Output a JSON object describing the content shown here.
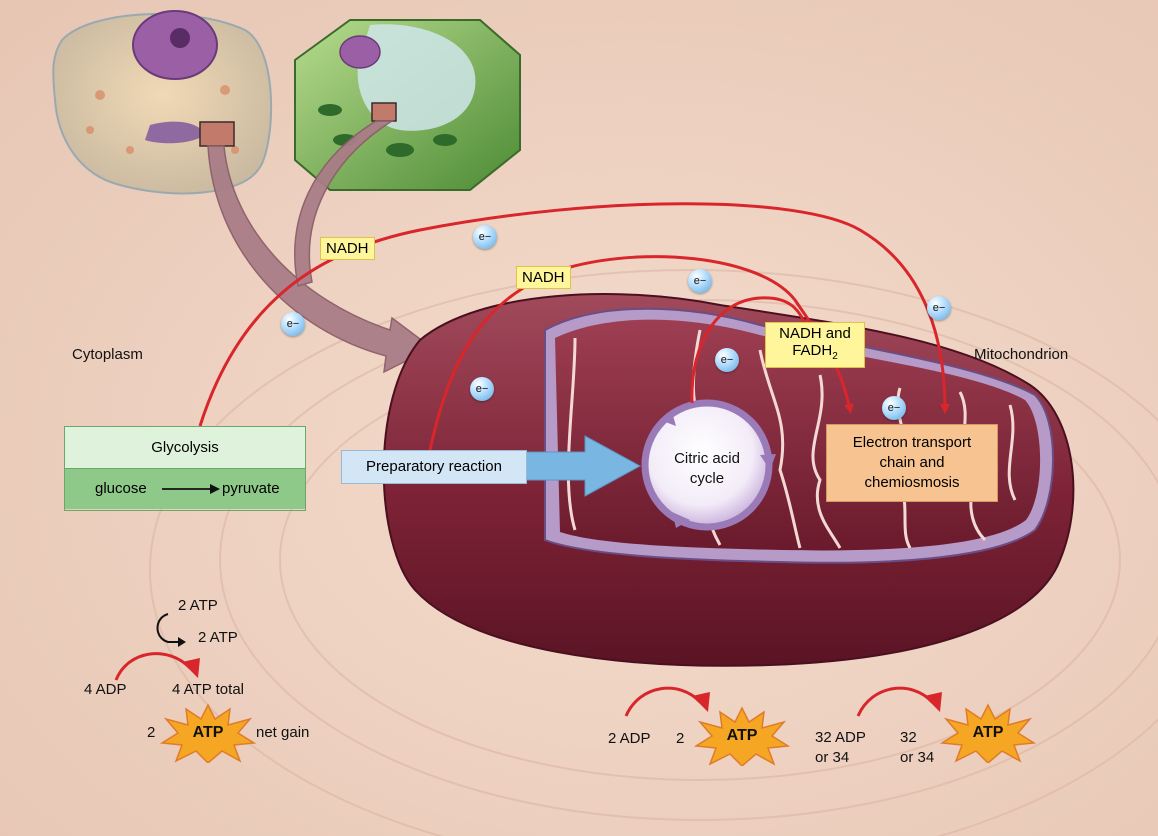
{
  "regions": {
    "cytoplasm": "Cytoplasm",
    "mitochondrion": "Mitochondrion"
  },
  "carriers": {
    "nadh_glycolysis": "NADH",
    "nadh_preparatory": "NADH",
    "nadh_fadh2_line1": "NADH and",
    "fadh2_base": "FADH",
    "fadh2_sub": "2"
  },
  "electron_label": "e−",
  "stages": {
    "glycolysis": {
      "title": "Glycolysis",
      "substrate": "glucose",
      "product": "pyruvate"
    },
    "preparatory": "Preparatory reaction",
    "citric_acid": {
      "line1": "Citric acid",
      "line2": "cycle"
    },
    "electron_transport": {
      "line1": "Electron transport",
      "line2": "chain and",
      "line3": "chemiosmosis"
    }
  },
  "glycolysis_atp": {
    "invest_top": "2 ATP",
    "invest_bottom": "2 ATP",
    "adp": "4 ADP",
    "total": "4 ATP total",
    "net_count": "2",
    "atp": "ATP",
    "net_gain": "net gain"
  },
  "citric_atp": {
    "adp": "2 ADP",
    "count": "2",
    "atp": "ATP"
  },
  "etc_atp": {
    "adp_line1": "32 ADP",
    "adp_line2": "or 34",
    "count_line1": "32",
    "count_line2": "or 34",
    "atp": "ATP"
  },
  "colors": {
    "electron_path": "#d8262b",
    "glycolysis_box": "#8fc98a",
    "preparatory_box": "#d3e6f6",
    "etc_box": "#f6c391",
    "carrier_box": "#fff59a",
    "atp_star": "#f5a623",
    "mitochondrion_outer": "#7d2236",
    "cell_arrow": "#a97d87"
  }
}
